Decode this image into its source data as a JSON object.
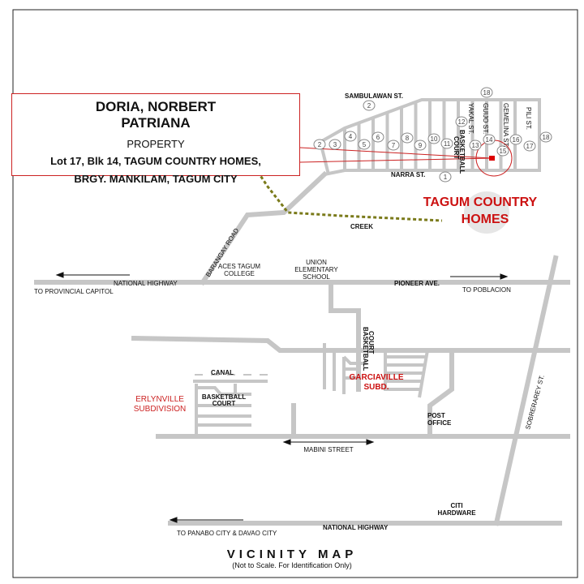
{
  "owner_box": {
    "name_line1": "DORIA, NORBERT",
    "name_line2": "PATRIANA",
    "type": "PROPERTY",
    "lot_line1": "Lot 17, Blk 14, TAGUM COUNTRY HOMES,",
    "lot_line2": "BRGY. MANKILAM, TAGUM CITY"
  },
  "subdivision": {
    "title_line1": "TAGUM COUNTRY",
    "title_line2": "HOMES",
    "streets": [
      "SAMBULAWAN ST.",
      "YAKAL ST.",
      "GUIJO ST.",
      "GEMELINA ST.",
      "PILI ST.",
      "NARRA ST."
    ],
    "court": [
      "BASKETBALL",
      "COURT"
    ],
    "block_numbers": [
      "1",
      "2",
      "2",
      "3",
      "4",
      "5",
      "6",
      "7",
      "8",
      "9",
      "10",
      "11",
      "12",
      "13",
      "14",
      "15",
      "16",
      "17",
      "18",
      "18"
    ]
  },
  "labels": {
    "creek": "CREEK",
    "barangay_road": "BARANGAY ROAD",
    "aces": [
      "ACES TAGUM",
      "COLLEGE"
    ],
    "union": [
      "UNION",
      "ELEMENTARY",
      "SCHOOL"
    ],
    "national_highway": "NATIONAL HIGHWAY",
    "to_capitol": "TO PROVINCIAL CAPITOL",
    "pioneer": "PIONEER AVE.",
    "to_poblacion": "TO POBLACION",
    "sobrerarey": "SOBRERAREY ST.",
    "garciaville_court": [
      "BASKETBALL",
      "COURT"
    ],
    "garciaville": [
      "GARCIAVILLE",
      "SUBD."
    ],
    "canal": "CANAL",
    "erlyn_court": [
      "BASKETBALL",
      "COURT"
    ],
    "erlynville": [
      "ERLYNVILLE",
      "SUBDIVISION"
    ],
    "post_office": [
      "POST",
      "OFFICE"
    ],
    "mabini": "MABINI STREET",
    "citi": [
      "CITI",
      "HARDWARE"
    ],
    "national_highway_2": "NATIONAL HIGHWAY",
    "to_panabo": "TO PANABO CITY  & DAVAO CITY"
  },
  "footer": {
    "title": "VICINITY MAP",
    "subtitle": "(Not to Scale. For Identification Only)"
  },
  "colors": {
    "road": "#c6c6c6",
    "accent": "#cc1111",
    "creek": "#7a7a1a"
  }
}
